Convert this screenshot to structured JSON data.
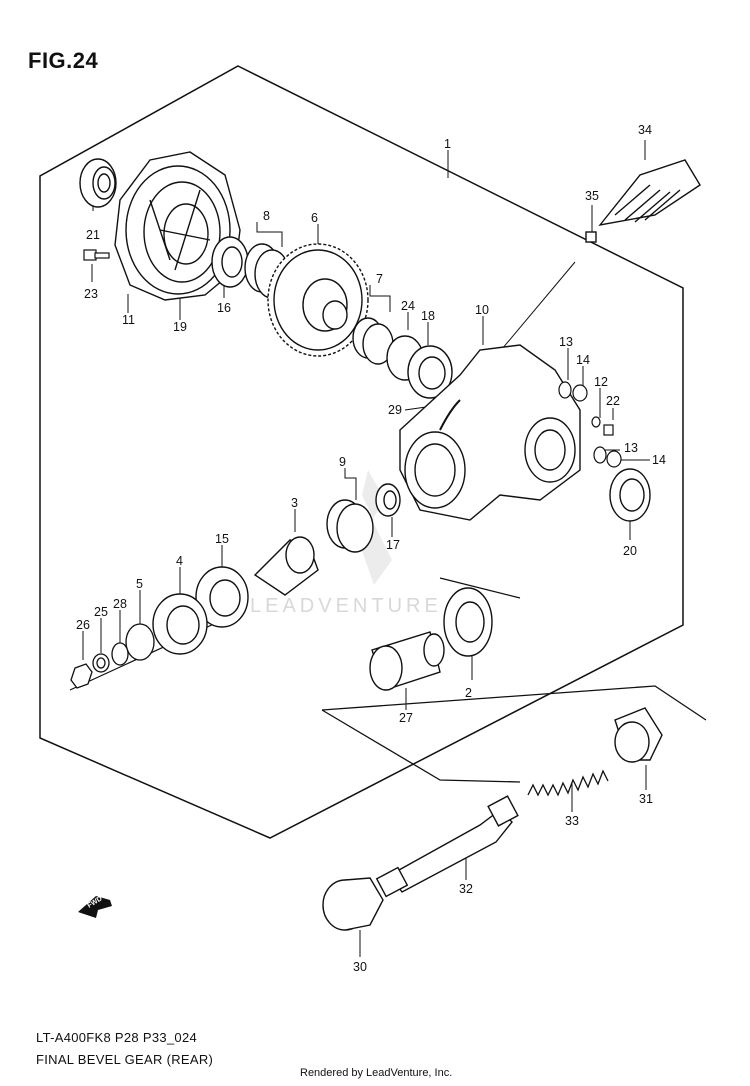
{
  "figure": {
    "title": "FIG.24",
    "model_code": "LT-A400FK8 P28 P33_024",
    "caption": "FINAL BEVEL GEAR (REAR)",
    "credit": "Rendered by LeadVenture, Inc.",
    "watermark": "LEADVENTURE",
    "direction_mark": "FWD"
  },
  "parts": [
    {
      "ref": "1",
      "desc": "final gear case assembly"
    },
    {
      "ref": "2",
      "desc": "oil seal"
    },
    {
      "ref": "3",
      "desc": "bevel pinion gear"
    },
    {
      "ref": "4",
      "desc": "bearing"
    },
    {
      "ref": "5",
      "desc": "spacer"
    },
    {
      "ref": "6",
      "desc": "final bevel gear"
    },
    {
      "ref": "7",
      "desc": "shims"
    },
    {
      "ref": "8",
      "desc": "shims"
    },
    {
      "ref": "9",
      "desc": "shims"
    },
    {
      "ref": "10",
      "desc": "gear case"
    },
    {
      "ref": "11",
      "desc": "case cover"
    },
    {
      "ref": "12",
      "desc": "gasket"
    },
    {
      "ref": "13",
      "desc": "gasket"
    },
    {
      "ref": "14",
      "desc": "plug"
    },
    {
      "ref": "15",
      "desc": "bearing"
    },
    {
      "ref": "16",
      "desc": "bearing"
    },
    {
      "ref": "17",
      "desc": "needle bearing"
    },
    {
      "ref": "18",
      "desc": "bearing"
    },
    {
      "ref": "19",
      "desc": "o-ring"
    },
    {
      "ref": "20",
      "desc": "oil seal"
    },
    {
      "ref": "21",
      "desc": "oil seal"
    },
    {
      "ref": "22",
      "desc": "bolt"
    },
    {
      "ref": "23",
      "desc": "bolt"
    },
    {
      "ref": "24",
      "desc": "shim"
    },
    {
      "ref": "25",
      "desc": "washer"
    },
    {
      "ref": "26",
      "desc": "nut"
    },
    {
      "ref": "27",
      "desc": "coupling"
    },
    {
      "ref": "28",
      "desc": "o-ring"
    },
    {
      "ref": "29",
      "desc": "breather hose"
    },
    {
      "ref": "30",
      "desc": "boot"
    },
    {
      "ref": "31",
      "desc": "boot"
    },
    {
      "ref": "32",
      "desc": "propeller shaft"
    },
    {
      "ref": "33",
      "desc": "spring"
    },
    {
      "ref": "34",
      "desc": "boot"
    },
    {
      "ref": "35",
      "desc": "clamp"
    }
  ]
}
